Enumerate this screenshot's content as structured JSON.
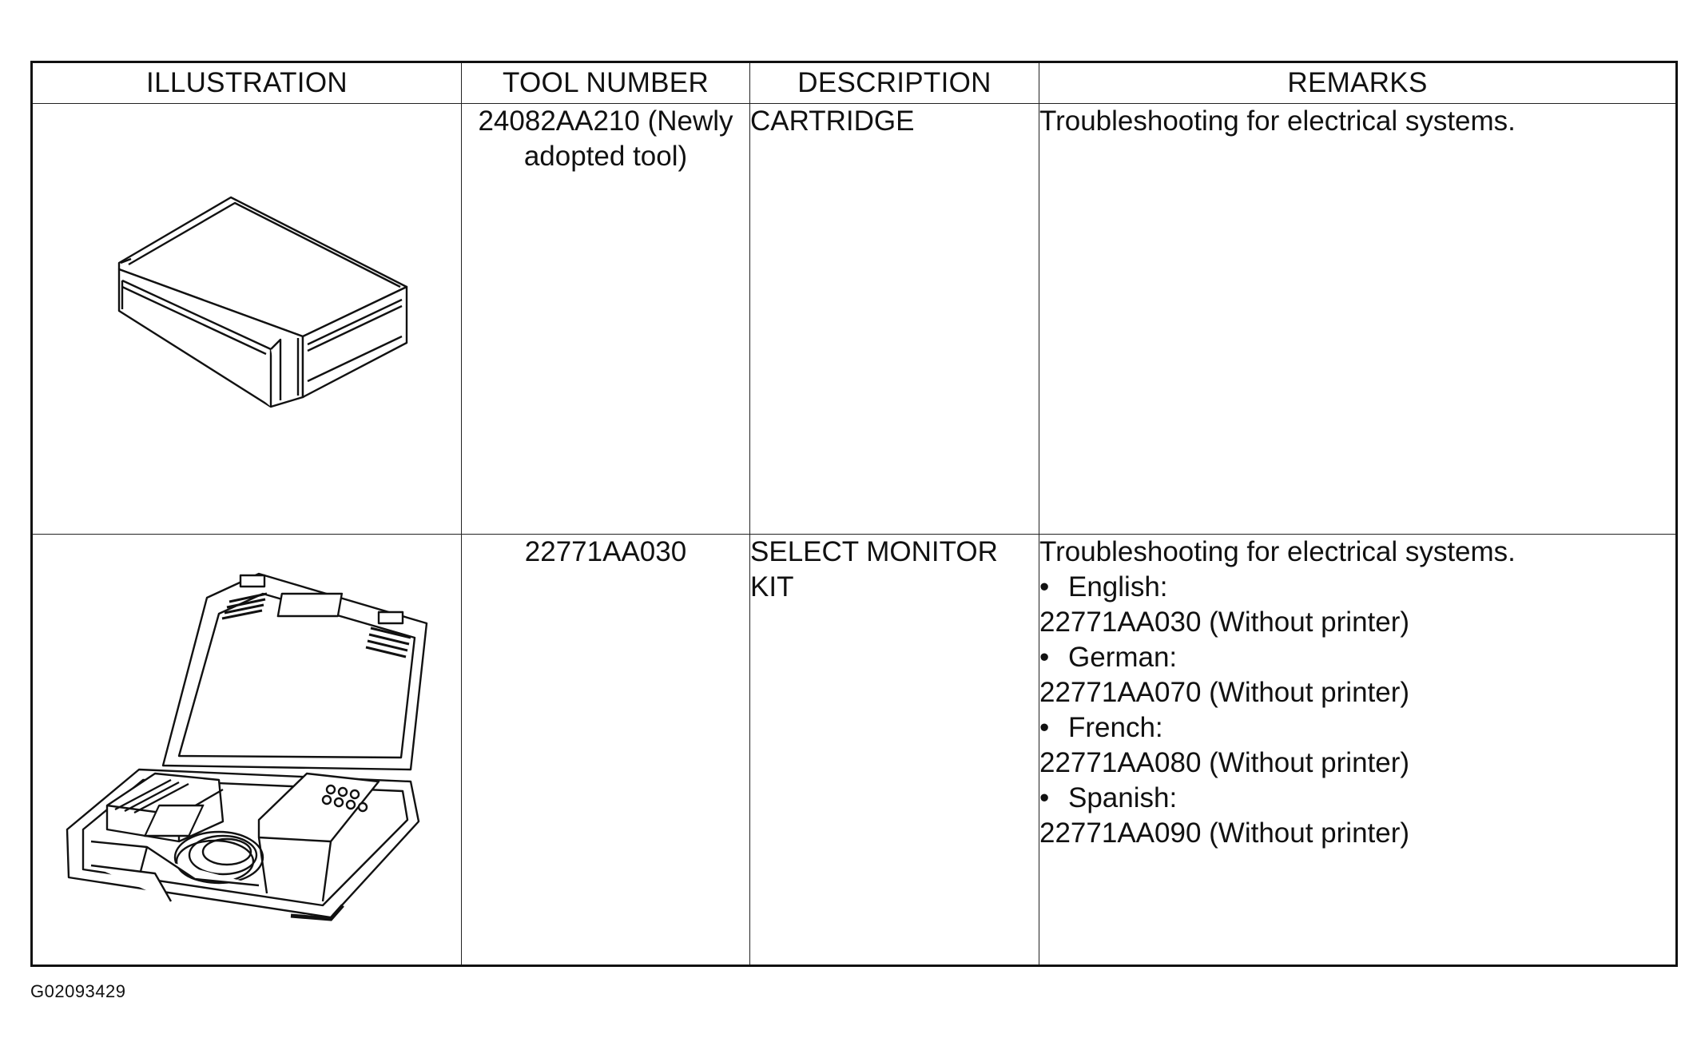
{
  "table": {
    "headers": [
      "ILLUSTRATION",
      "TOOL NUMBER",
      "DESCRIPTION",
      "REMARKS"
    ],
    "rows": [
      {
        "illustration_icon": "cartridge-illustration",
        "tool_number": "24082AA210 (Newly adopted tool)",
        "description": "CARTRIDGE",
        "remarks": {
          "intro": "Troubleshooting for electrical systems.",
          "items": []
        }
      },
      {
        "illustration_icon": "select-monitor-kit-illustration",
        "tool_number": "22771AA030",
        "description": "SELECT MONITOR KIT",
        "remarks": {
          "intro": "Troubleshooting for electrical systems.",
          "items": [
            {
              "bullet": "•",
              "language": "English:",
              "part": "22771AA030 (Without printer)"
            },
            {
              "bullet": "•",
              "language": "German:",
              "part": "22771AA070 (Without printer)"
            },
            {
              "bullet": "•",
              "language": "French:",
              "part": "22771AA080 (Without printer)"
            },
            {
              "bullet": "•",
              "language": "Spanish:",
              "part": "22771AA090 (Without printer)"
            }
          ]
        }
      }
    ]
  },
  "figure_id": "G02093429"
}
